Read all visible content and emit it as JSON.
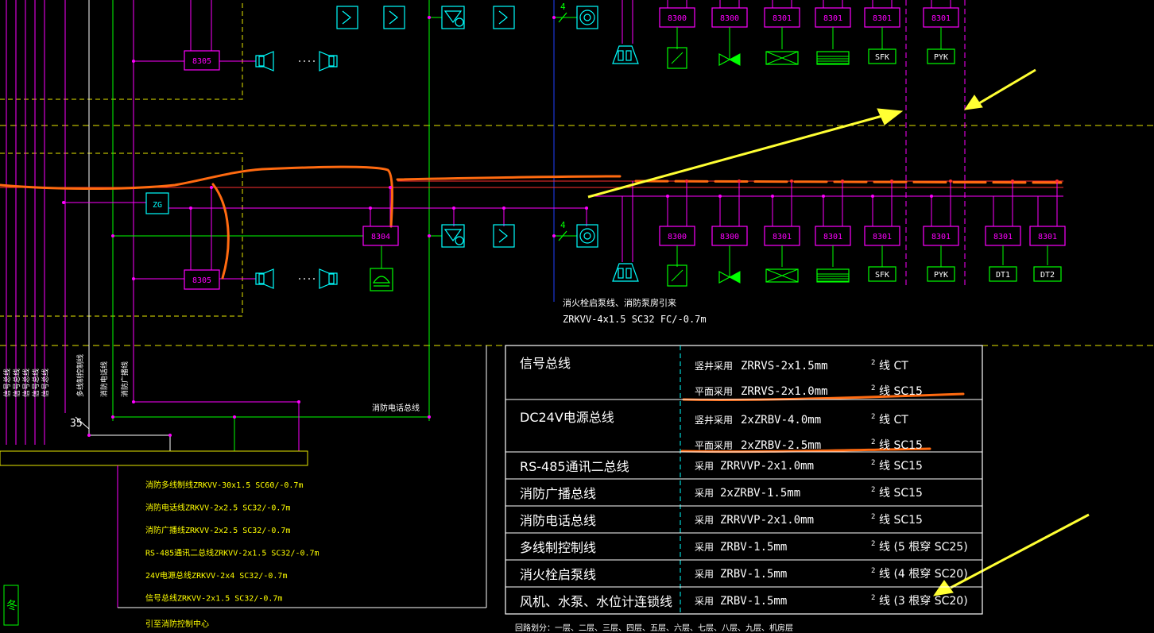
{
  "colors": {
    "background": "#000000",
    "magenta": "#ff00ff",
    "cyan": "#00ffff",
    "green": "#00ff00",
    "yellow": "#ffff00",
    "white": "#ffffff",
    "red": "#ff3030",
    "orange": "#ff6a10",
    "blue": "#2040ff",
    "arrow": "#ffff33"
  },
  "devices": {
    "m8300": "8300",
    "m8301": "8301",
    "m8304": "8304",
    "m8305": "8305",
    "zg": "ZG",
    "sfk": "SFK",
    "pyk": "PYK",
    "dt1": "DT1",
    "dt2": "DT2",
    "line_number": "35",
    "num4": "4"
  },
  "labels": {
    "hydrant_line_title": "消火栓启泵线、消防泵房引来",
    "hydrant_line_spec": "ZRKVV-4x1.5 SC32 FC/-0.7m",
    "fire_phone_bus": "消防电话总线"
  },
  "vertical_labels": [
    "信号总线",
    "信号总线",
    "信号总线",
    "信号总线",
    "信号总线",
    "多线制控制线",
    "消防电话线",
    "消防广播线"
  ],
  "cable_list": [
    "消防多线制线ZRKVV-30x1.5 SC60/-0.7m",
    "消防电话线ZRKVV-2x2.5 SC32/-0.7m",
    "消防广播线ZRKVV-2x2.5 SC32/-0.7m",
    "RS-485通讯二总线ZRKVV-2x1.5 SC32/-0.7m",
    "24V电源总线ZRKVV-2x4 SC32/-0.7m",
    "信号总线ZRKVV-2x1.5 SC32/-0.7m"
  ],
  "cable_footer": "引至消防控制中心",
  "left_edge_glyph": "冬",
  "bottom_text": "回路划分：一层、二层、三层、四层、五层、六层、七层、八层、九层、机房层",
  "table": {
    "rows": [
      {
        "name": "信号总线",
        "specs": [
          {
            "prefix": "竖井采用",
            "spec": "ZRRVS-2x1.5mm",
            "sup": "2",
            "tail": "线 CT"
          },
          {
            "prefix": "平面采用",
            "spec": "ZRRVS-2x1.0mm",
            "sup": "2",
            "tail": "线 SC15"
          }
        ]
      },
      {
        "name": "DC24V电源总线",
        "specs": [
          {
            "prefix": "竖井采用",
            "spec": "2xZRBV-4.0mm",
            "sup": "2",
            "tail": "线 CT"
          },
          {
            "prefix": "平面采用",
            "spec": "2xZRBV-2.5mm",
            "sup": "2",
            "tail": "线 SC15"
          }
        ]
      },
      {
        "name": "RS-485通讯二总线",
        "specs": [
          {
            "prefix": "采用",
            "spec": "ZRRVVP-2x1.0mm",
            "sup": "2",
            "tail": "线 SC15"
          }
        ]
      },
      {
        "name": "消防广播总线",
        "specs": [
          {
            "prefix": "采用",
            "spec": "2xZRBV-1.5mm",
            "sup": "2",
            "tail": "线 SC15"
          }
        ]
      },
      {
        "name": "消防电话总线",
        "specs": [
          {
            "prefix": "采用",
            "spec": "ZRRVVP-2x1.0mm",
            "sup": "2",
            "tail": "线 SC15"
          }
        ]
      },
      {
        "name": "多线制控制线",
        "specs": [
          {
            "prefix": "采用",
            "spec": "ZRBV-1.5mm",
            "sup": "2",
            "tail": "线 (5 根穿 SC25)"
          }
        ]
      },
      {
        "name": "消火栓启泵线",
        "specs": [
          {
            "prefix": "采用",
            "spec": "ZRBV-1.5mm",
            "sup": "2",
            "tail": "线 (4 根穿 SC20)"
          }
        ]
      },
      {
        "name": "风机、水泵、水位计连锁线",
        "specs": [
          {
            "prefix": "采用",
            "spec": "ZRBV-1.5mm",
            "sup": "2",
            "tail": "线 (3 根穿 SC20)"
          }
        ]
      }
    ]
  }
}
